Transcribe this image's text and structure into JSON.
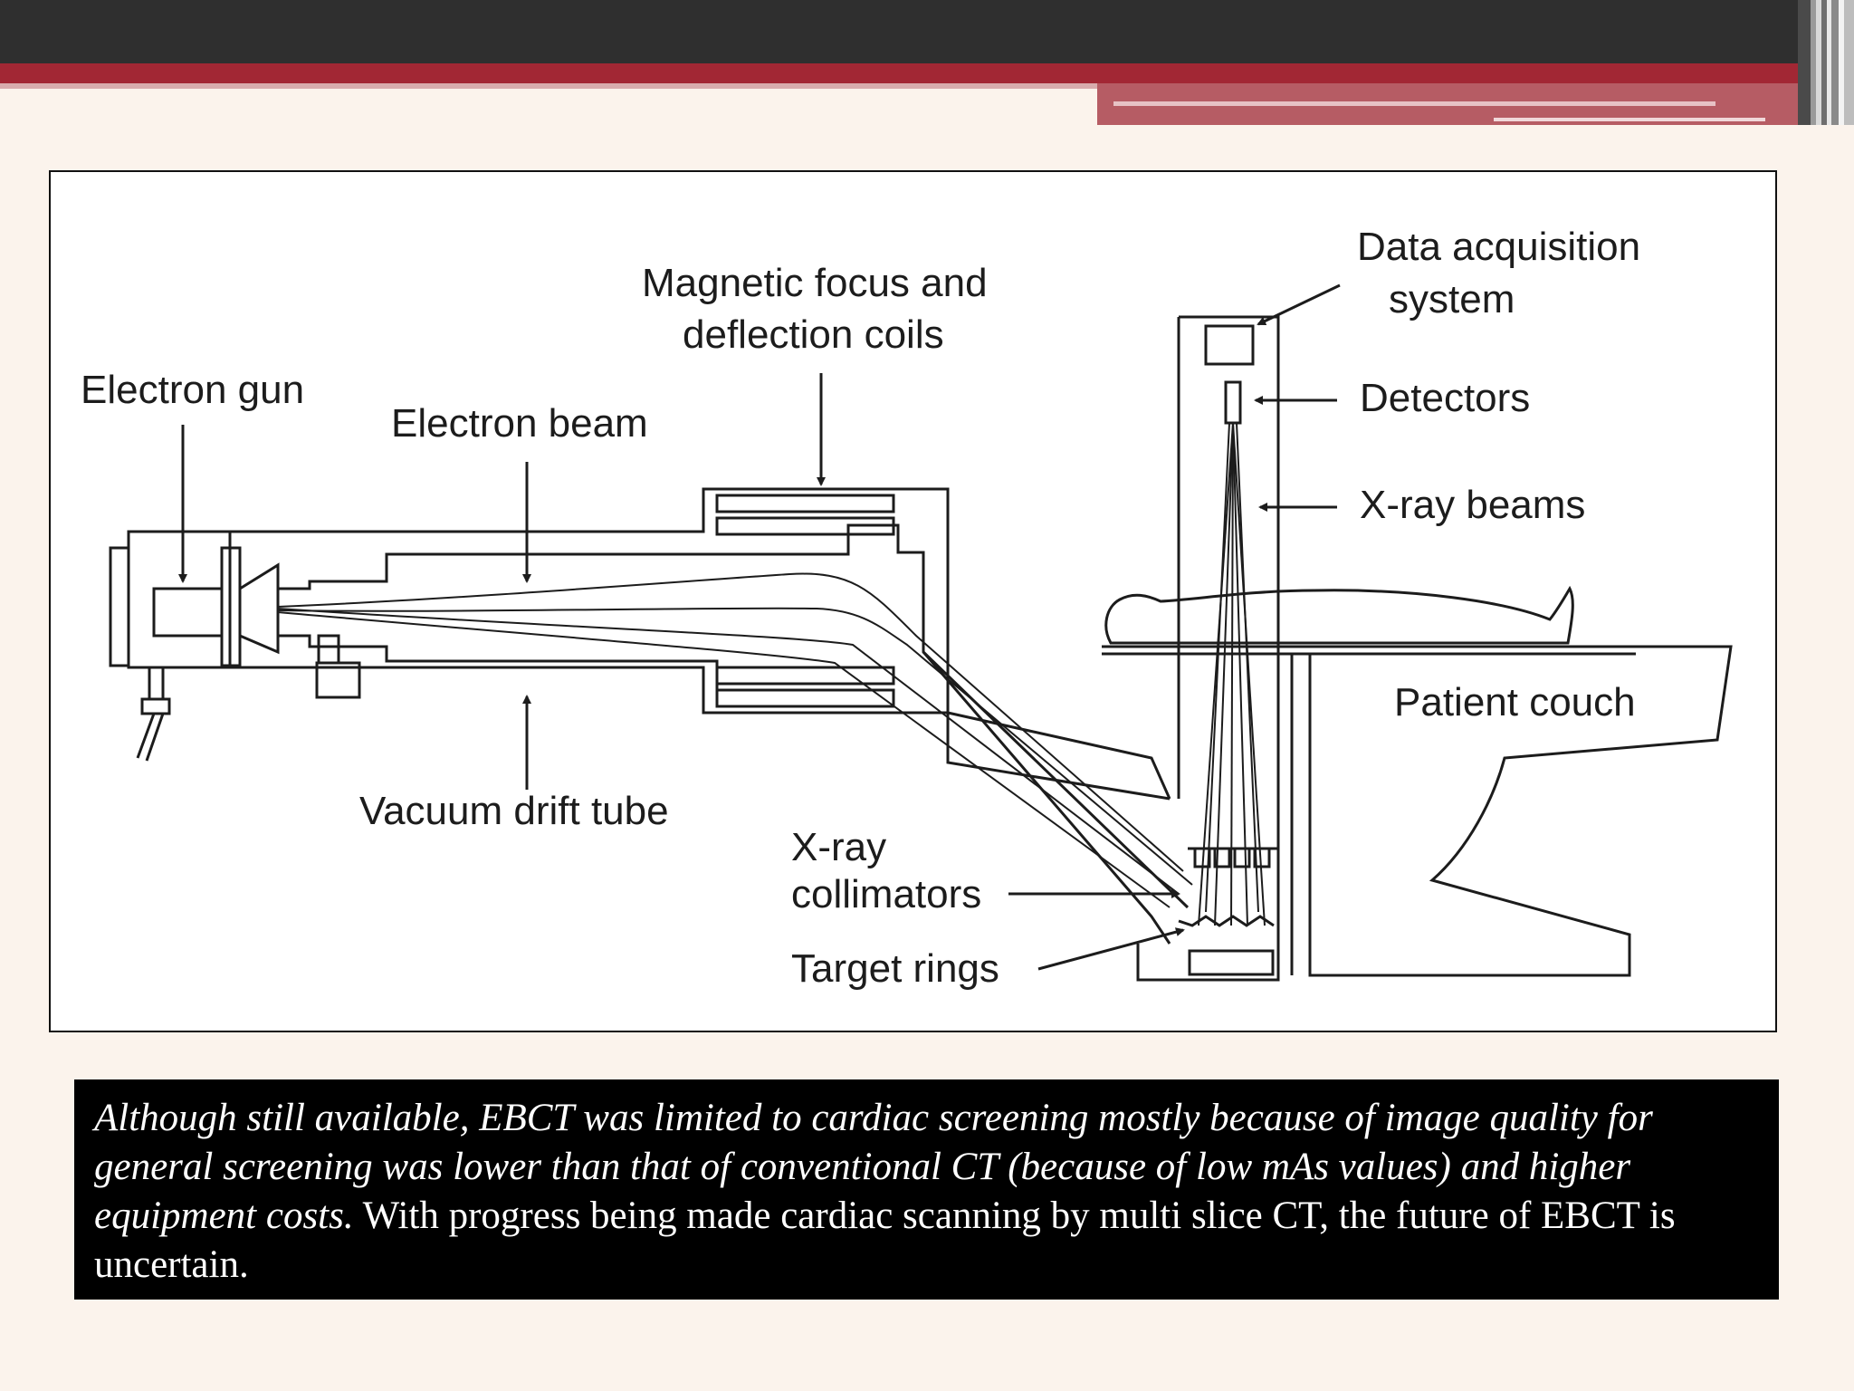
{
  "diagram": {
    "labels": {
      "electron_gun": "Electron gun",
      "electron_beam": "Electron beam",
      "magnetic_coils_line1": "Magnetic focus and",
      "magnetic_coils_line2": "deflection coils",
      "data_acquisition_line1": "Data acquisition",
      "data_acquisition_line2": "system",
      "detectors": "Detectors",
      "xray_beams": "X-ray beams",
      "patient_couch": "Patient couch",
      "vacuum_drift_tube": "Vacuum drift tube",
      "xray_collimators_line1": "X-ray",
      "xray_collimators_line2": "collimators",
      "target_rings": "Target rings"
    }
  },
  "caption": {
    "italic_text": "Although still available, EBCT was limited to cardiac screening mostly because of image quality for general screening was lower than that of conventional CT (because of low mAs values) and higher equipment costs.",
    "normal_text": " With progress being  made cardiac scanning by multi slice CT, the future of EBCT is uncertain."
  },
  "colors": {
    "top_bar": "#2f2f2f",
    "accent_red": "#a22734",
    "background": "#fbf3ec",
    "caption_background": "#000000"
  }
}
